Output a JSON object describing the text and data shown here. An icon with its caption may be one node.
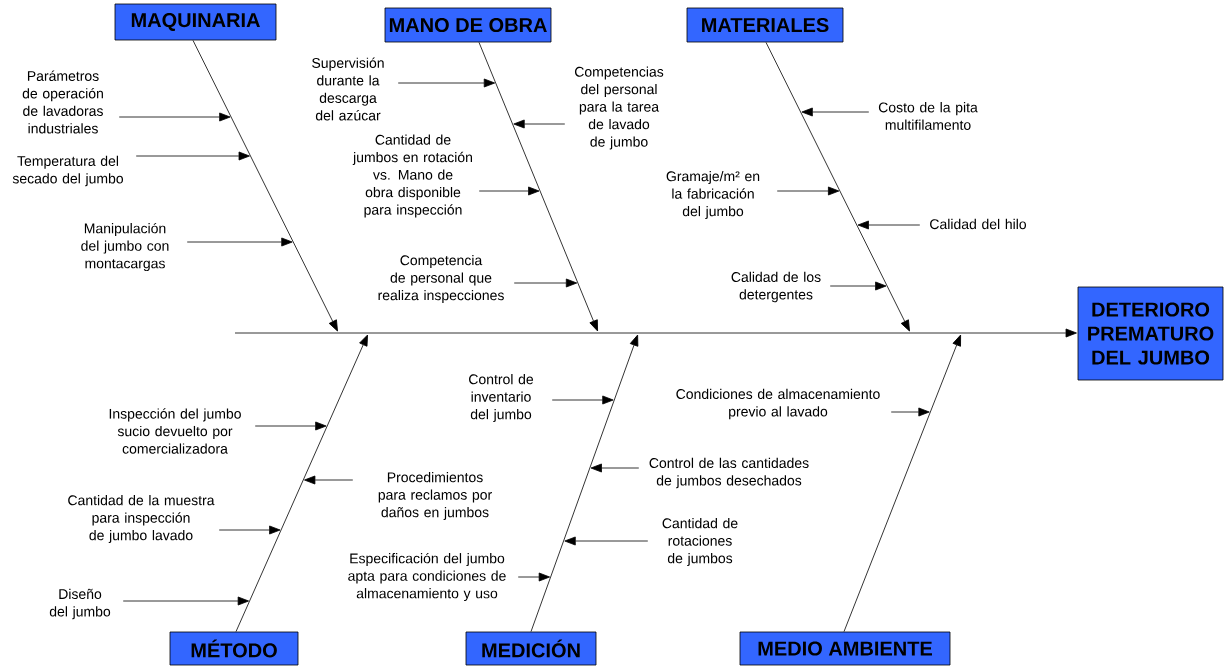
{
  "diagram": {
    "nodes": [
      {
        "text": [
          "MAQUINARIA"
        ]
      },
      {
        "text": [
          "MANO DE OBRA"
        ]
      },
      {
        "text": [
          "MATERIALES"
        ]
      },
      {
        "text": [
          "Parámetros de operación de lavadoras industriales"
        ]
      },
      {
        "text": [
          "Temperatura del secado del jumbo"
        ]
      },
      {
        "text": [
          "Manipulación del jumbo con montacargas"
        ]
      },
      {
        "text": [
          "Supervisión durante la descarga del azúcar"
        ]
      },
      {
        "text": [
          "Competencias del personal para la tarea de lavado de jumbo"
        ]
      },
      {
        "text": [
          "Cantidad de jumbos en rotación vs. Mano de obra disponible para inspección"
        ]
      },
      {
        "text": [
          "Competencia de personal que realiza inspecciones"
        ]
      },
      {
        "text": [
          "Costo de la pita multifilamento"
        ]
      },
      {
        "text": [
          "Gramaje/m² en la fabricación del jumbo"
        ]
      },
      {
        "text": [
          "Calidad del hilo"
        ]
      },
      {
        "text": [
          "Calidad de los detergentes"
        ]
      },
      {
        "text": [
          "DETERIORO PREMATURO DEL JUMBO"
        ]
      },
      {
        "text": [
          "Control de inventario del jumbo"
        ]
      },
      {
        "text": [
          "Condiciones de almacenamiento previo al lavado"
        ]
      },
      {
        "text": [
          "Inspección del jumbo sucio devuelto por comercializadora"
        ]
      },
      {
        "text": [
          "Procedimientos para reclamos por daños en jumbos"
        ]
      },
      {
        "text": [
          "Control de las cantidades de jumbos desechados"
        ]
      },
      {
        "text": [
          "Cantidad de la muestra para inspección de jumbo lavado"
        ]
      },
      {
        "text": [
          "Cantidad de rotaciones de jumbos"
        ]
      },
      {
        "text": [
          "Especificación del jumbo apta para condiciones de almacenamiento y uso"
        ]
      },
      {
        "text": [
          "Diseño del jumbo"
        ]
      },
      {
        "text": [
          "MÉTODO"
        ]
      },
      {
        "text": [
          "MEDICIÓN"
        ]
      },
      {
        "text": [
          "MEDIO AMBIENTE"
        ]
      }
    ],
    "edges": [
      {
        "from": 0,
        "to": null,
        "arrow": "to"
      },
      {
        "from": 1,
        "to": null,
        "arrow": "to"
      },
      {
        "from": 2,
        "to": null,
        "arrow": "to"
      },
      {
        "from": 3,
        "to": null,
        "arrow": "to"
      },
      {
        "from": 4,
        "to": null,
        "arrow": "to"
      },
      {
        "from": 5,
        "to": null,
        "arrow": "to"
      },
      {
        "from": 6,
        "to": null,
        "arrow": "to"
      },
      {
        "from": 7,
        "to": null,
        "arrow": "to"
      },
      {
        "from": 8,
        "to": null,
        "arrow": "to"
      },
      {
        "from": 9,
        "to": null,
        "arrow": "to"
      },
      {
        "from": 10,
        "to": null,
        "arrow": "to"
      },
      {
        "from": 11,
        "to": null,
        "arrow": "to"
      },
      {
        "from": 12,
        "to": null,
        "arrow": "to"
      },
      {
        "from": 13,
        "to": null,
        "arrow": "to"
      },
      {
        "from": null,
        "to": 14,
        "arrow": "to"
      },
      {
        "from": 15,
        "to": null,
        "arrow": "to"
      },
      {
        "from": 16,
        "to": null,
        "arrow": "to"
      },
      {
        "from": 17,
        "to": null,
        "arrow": "to"
      },
      {
        "from": 18,
        "to": null,
        "arrow": "to"
      },
      {
        "from": 19,
        "to": null,
        "arrow": "to"
      },
      {
        "from": 20,
        "to": null,
        "arrow": "to"
      },
      {
        "from": 21,
        "to": null,
        "arrow": "to"
      },
      {
        "from": 22,
        "to": null,
        "arrow": "to"
      },
      {
        "from": 23,
        "to": null,
        "arrow": "to"
      },
      {
        "from": 24,
        "to": null,
        "arrow": "to"
      },
      {
        "from": 25,
        "to": null,
        "arrow": "to"
      },
      {
        "from": 26,
        "to": null,
        "arrow": "to"
      }
    ]
  }
}
